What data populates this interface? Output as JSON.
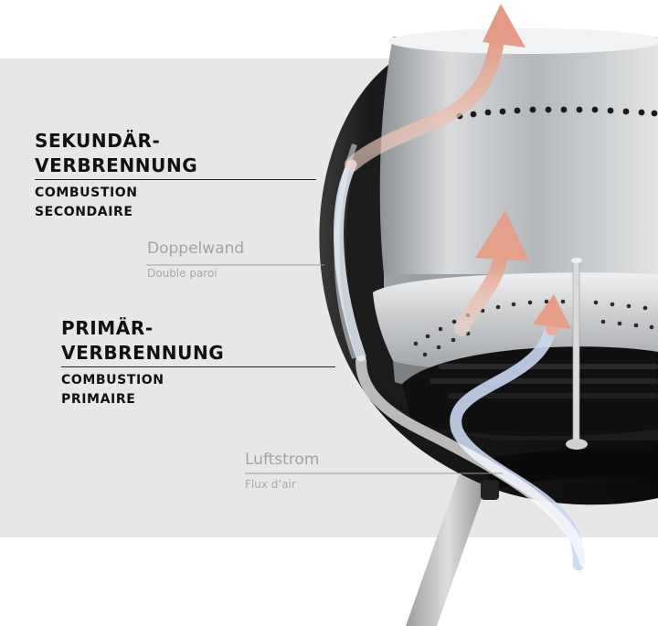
{
  "labels": {
    "secondary": {
      "title_line1": "SEKUNDÄR-",
      "title_line2": "VERBRENNUNG",
      "sub_line1": "COMBUSTION",
      "sub_line2": "SECONDAIRE"
    },
    "double_wall": {
      "title": "Doppelwand",
      "sub": "Double paroi"
    },
    "primary": {
      "title_line1": "PRIMÄR-",
      "title_line2": "VERBRENNUNG",
      "sub_line1": "COMBUSTION",
      "sub_line2": "PRIMAIRE"
    },
    "airflow": {
      "title": "Luftstrom",
      "sub": "Flux d’air"
    }
  },
  "colors": {
    "background_band": "#e7e7e7",
    "hot_arrow": "#e3a08c",
    "cold_arrow": "#c9d7ee",
    "steel": "#c3c5c7",
    "black_shell": "#151515",
    "heading_text": "#111111",
    "thin_text": "#a2a2a2"
  }
}
